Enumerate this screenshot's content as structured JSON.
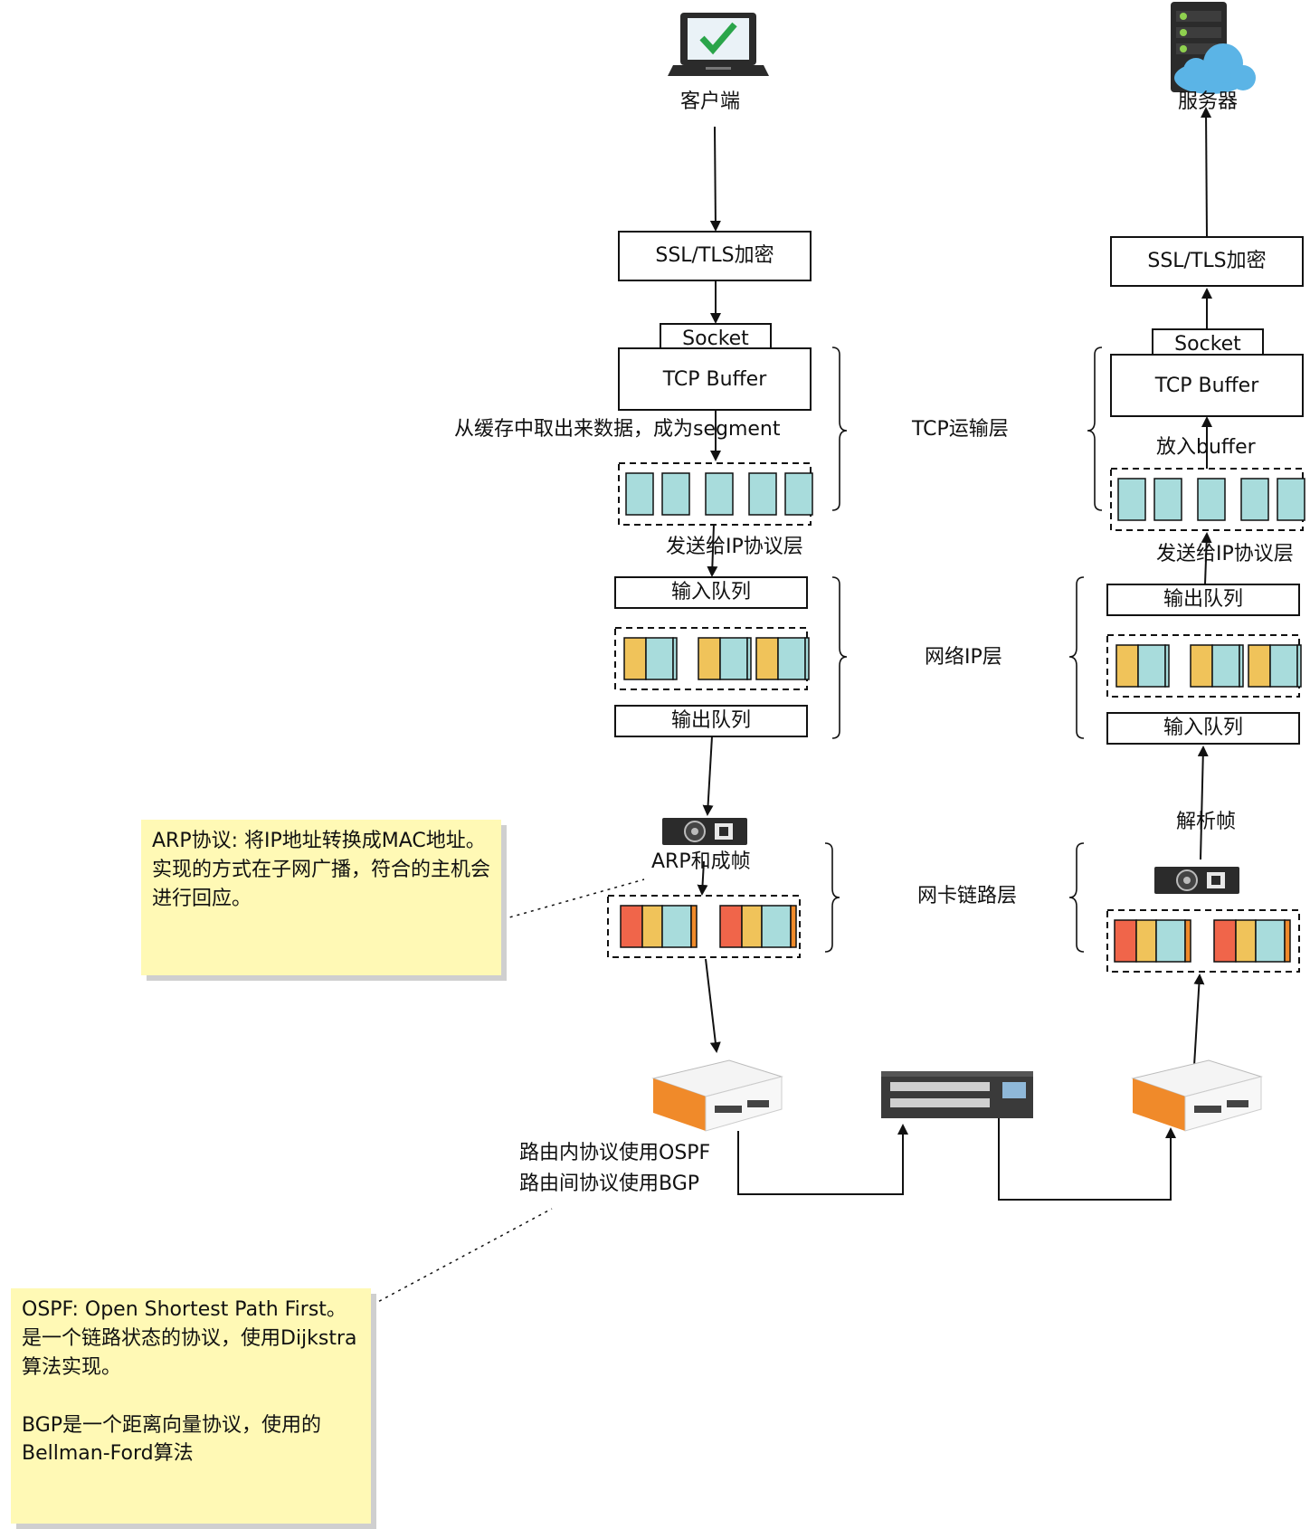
{
  "nodes": {
    "client_label": "客户端",
    "server_label": "服务器"
  },
  "left": {
    "ssl": "SSL/TLS加密",
    "socket": "Socket",
    "tcp_buffer": "TCP Buffer",
    "segment_text": "从缓存中取出来数据，成为segment",
    "send_ip": "发送给IP协议层",
    "input_queue": "输入队列",
    "output_queue": "输出队列",
    "arp_frame": "ARP和成帧",
    "router_protocols_1": "路由内协议使用OSPF",
    "router_protocols_2": "路由间协议使用BGP"
  },
  "right": {
    "ssl": "SSL/TLS加密",
    "socket": "Socket",
    "tcp_buffer": "TCP Buffer",
    "into_buffer": "放入buffer",
    "send_ip": "发送给IP协议层",
    "output_queue": "输出队列",
    "input_queue": "输入队列",
    "parse_frame": "解析帧"
  },
  "layers": {
    "tcp": "TCP运输层",
    "ip": "网络IP层",
    "link": "网卡链路层"
  },
  "notes": {
    "arp": "ARP协议: 将IP地址转换成MAC地址。\n实现的方式在子网广播，符合的主机会进行回应。",
    "ospf": "OSPF: Open Shortest Path First。是一个链路状态的协议，使用Dijkstra算法实现。\n\nBGP是一个距离向量协议，使用的Bellman-Ford算法"
  },
  "colors": {
    "segment": "#a8dcdc",
    "ip_yellow": "#f0c35a",
    "frame_red": "#f0654a",
    "orange": "#f08a2a",
    "note_bg": "#fff9b5",
    "cloud": "#5bb4e6",
    "check": "#2aa54a"
  }
}
